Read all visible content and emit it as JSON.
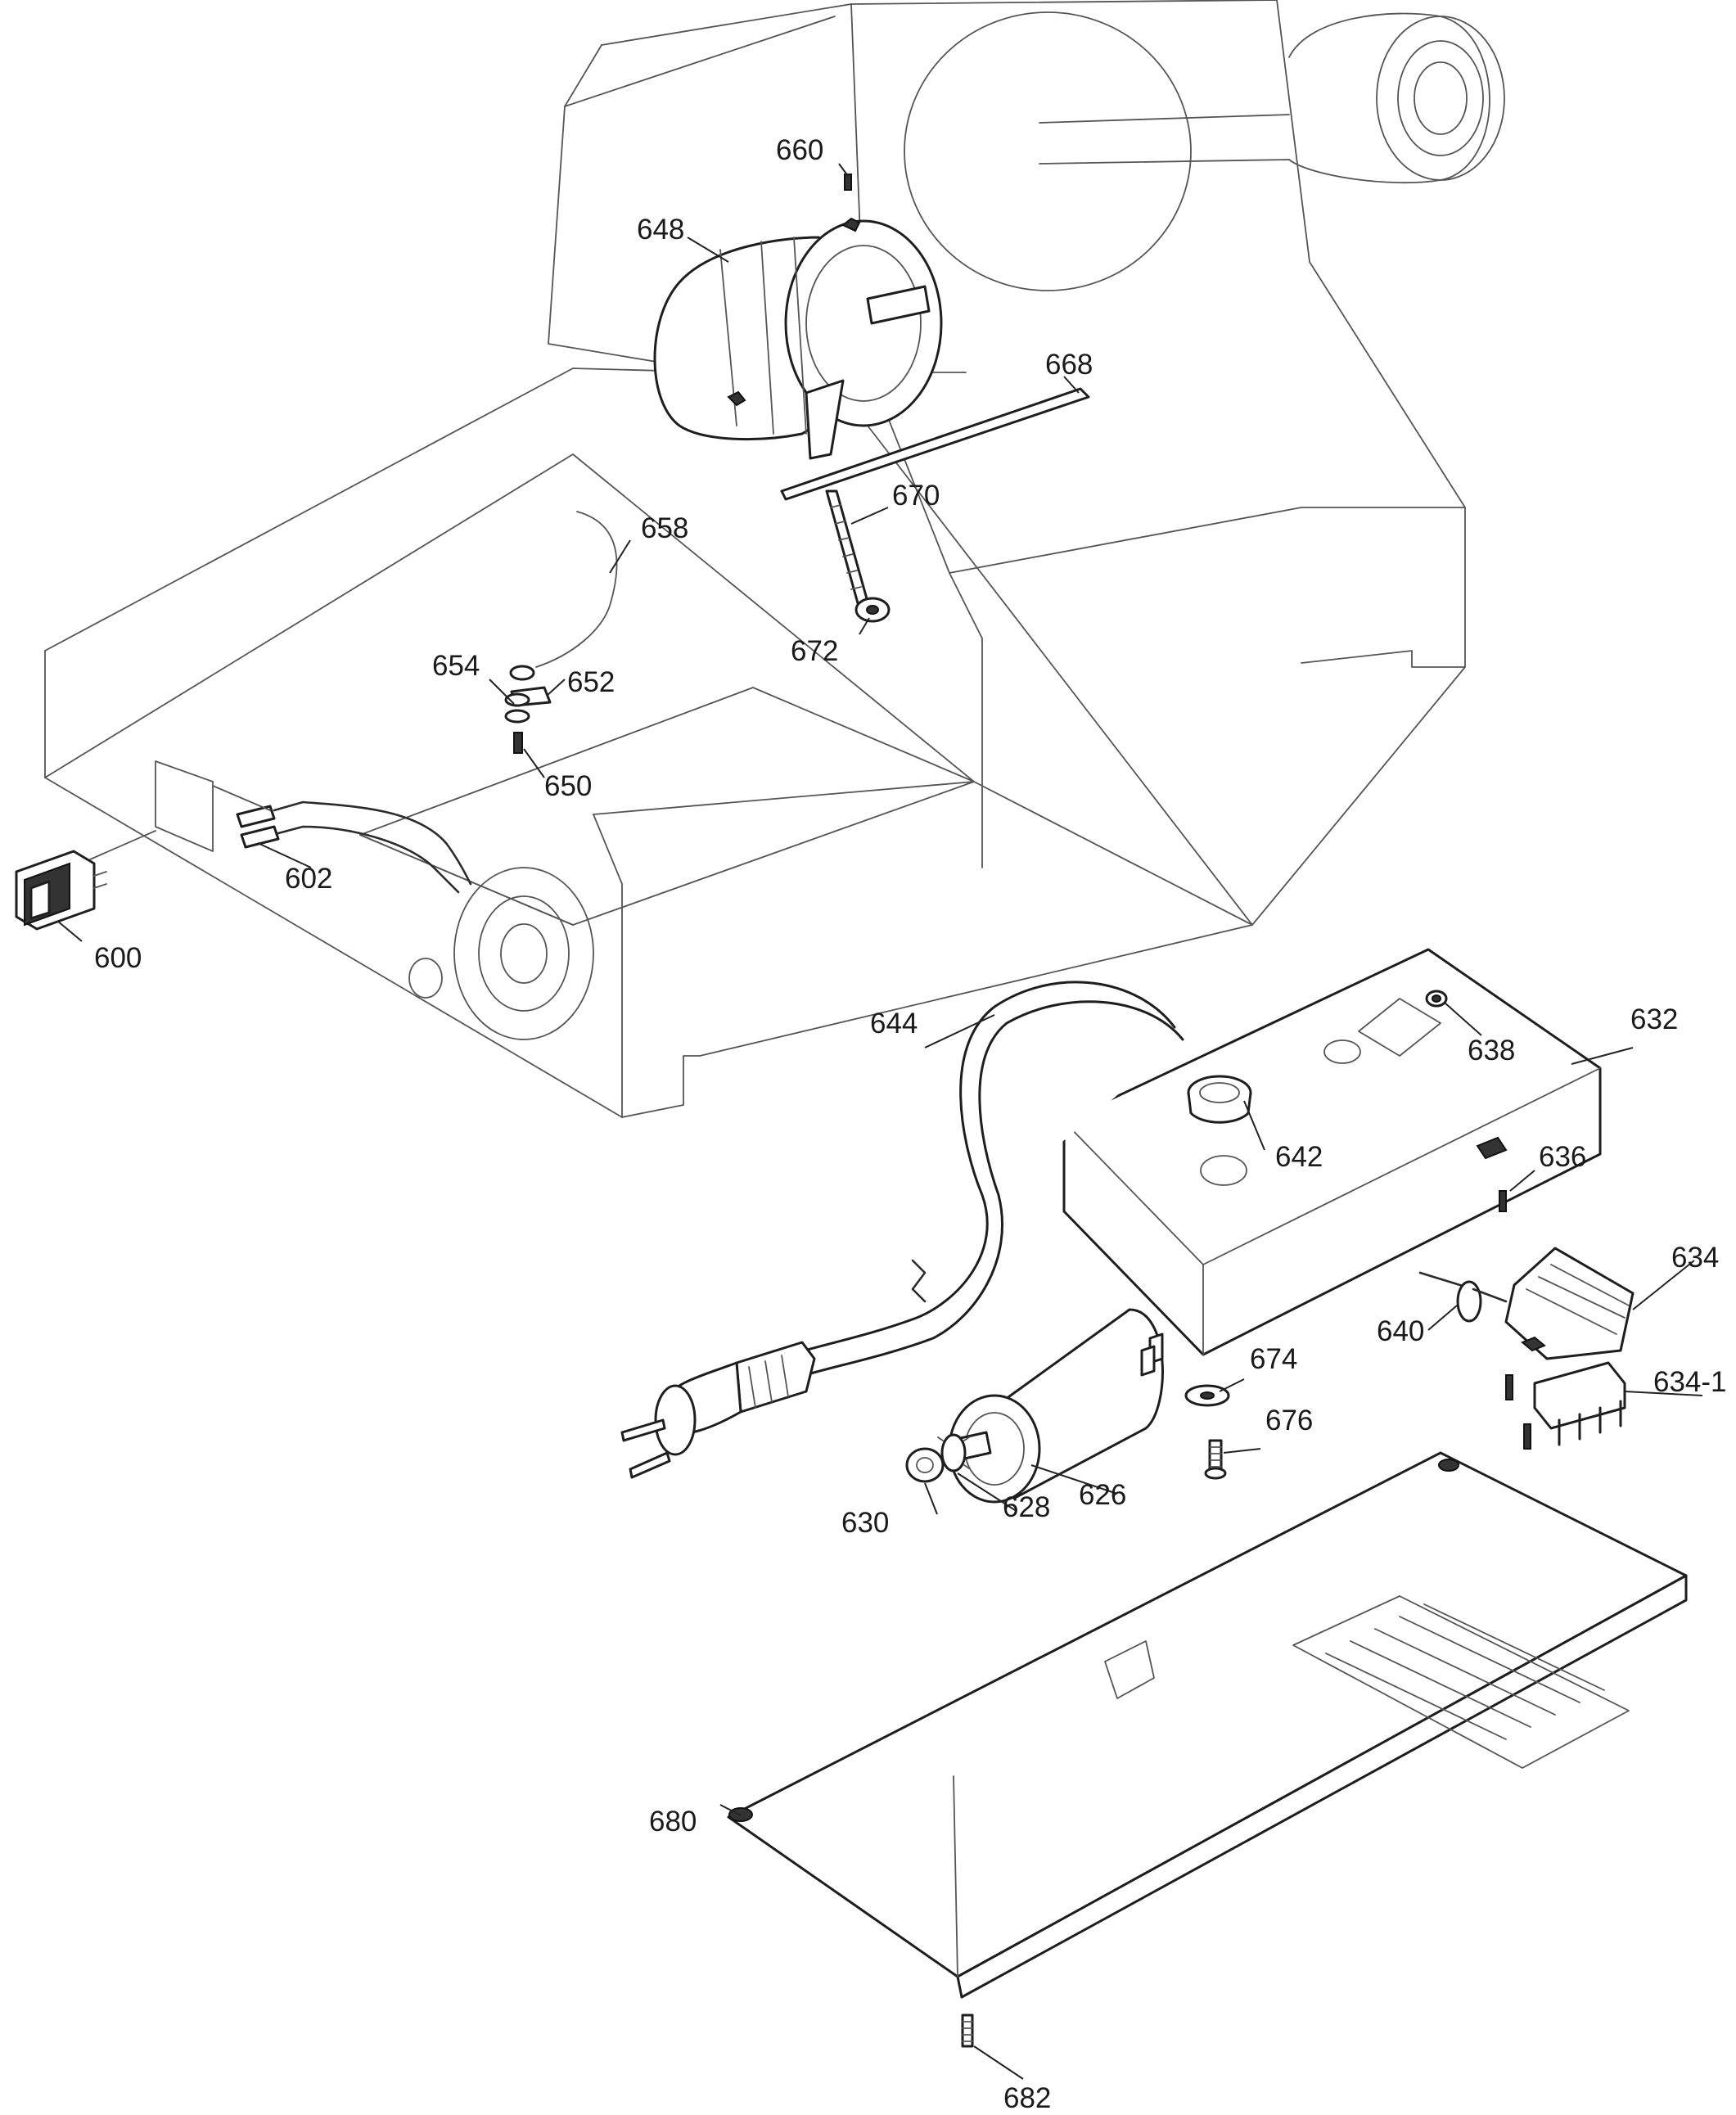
{
  "callouts": {
    "c600": "600",
    "c602": "602",
    "c626": "626",
    "c628": "628",
    "c630": "630",
    "c632": "632",
    "c634": "634",
    "c634_1": "634-1",
    "c636": "636",
    "c638": "638",
    "c640": "640",
    "c642": "642",
    "c644": "644",
    "c648": "648",
    "c650": "650",
    "c652": "652",
    "c654": "654",
    "c658": "658",
    "c660": "660",
    "c668": "668",
    "c670": "670",
    "c672": "672",
    "c674": "674",
    "c676": "676",
    "c680": "680",
    "c682": "682"
  },
  "colors": {
    "line": "#2b2b2b",
    "background": "#ffffff"
  }
}
